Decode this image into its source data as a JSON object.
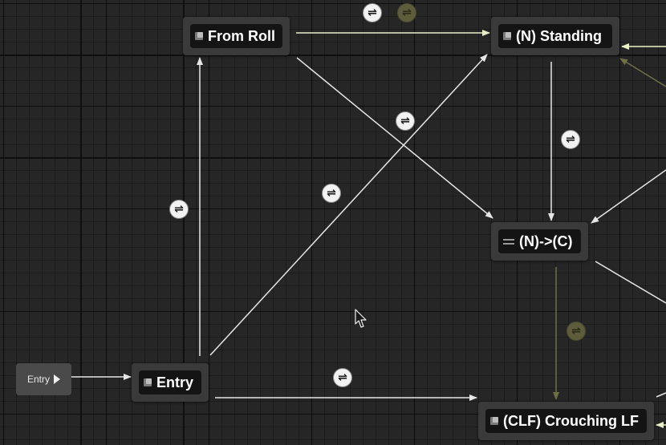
{
  "graph": {
    "entry_pin_label": "Entry",
    "nodes": {
      "from_roll": "From Roll",
      "n_standing": "(N) Standing",
      "n_to_c": "(N)->(C)",
      "entry": "Entry",
      "clf_crouching": "(CLF) Crouching LF"
    },
    "transition_glyph": "⇌",
    "colors": {
      "grid_bg": "#262626",
      "wire_white": "#e6e6e6",
      "wire_highlight": "#e9f0c8",
      "wire_olive": "#6f6f46",
      "node_body": "#3a3a3a",
      "node_title": "#141414"
    }
  }
}
